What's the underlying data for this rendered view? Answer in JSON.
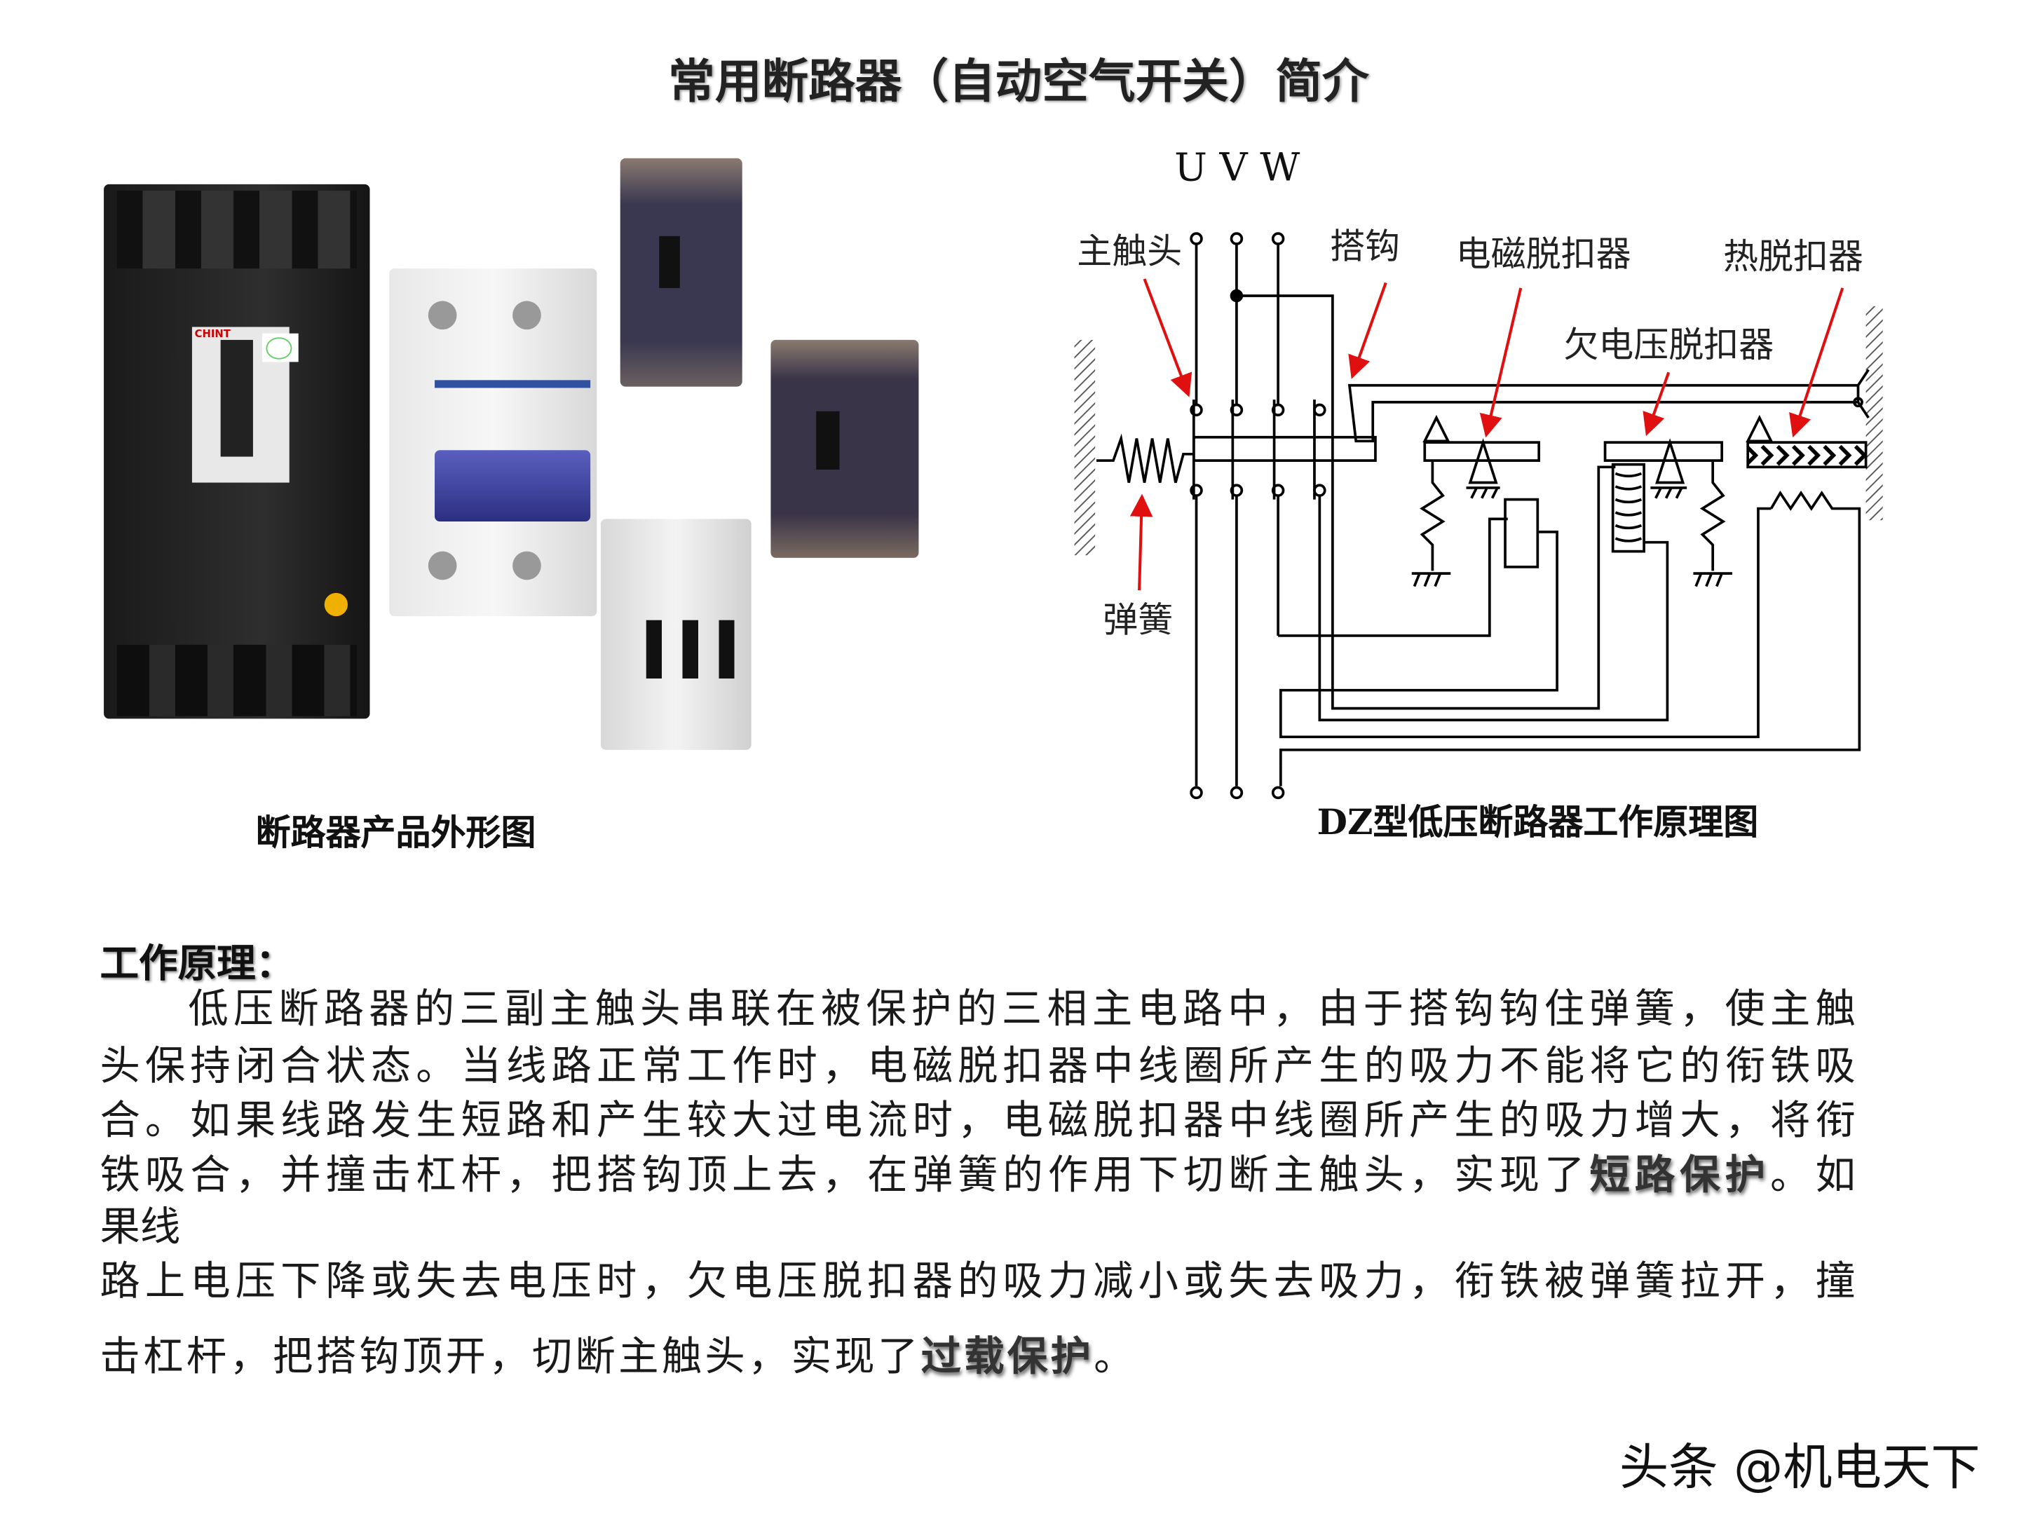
{
  "title": "常用断路器（自动空气开关）简介",
  "products": {
    "caption": "断路器产品外形图",
    "brand": "CHINT"
  },
  "diagram": {
    "phases": "U V W",
    "labels": {
      "main_contact": "主触头",
      "hook": "搭钩",
      "em_release": "电磁脱扣器",
      "thermal_release": "热脱扣器",
      "undervoltage_release": "欠电压脱扣器",
      "spring": "弹簧"
    },
    "caption": "DZ型低压断路器工作原理图",
    "colors": {
      "arrow": "#e01010",
      "line": "#000000"
    }
  },
  "principle": {
    "heading": "工作原理：",
    "lines": [
      {
        "text": "低压断路器的三副主触头串联在被保护的三相主电路中，由于搭钩钩住弹簧，使主触"
      },
      {
        "text": "头保持闭合状态。当线路正常工作时，电磁脱扣器中线圈所产生的吸力不能将它的衔铁吸"
      },
      {
        "text": "合。如果线路发生短路和产生较大过电流时，电磁脱扣器中线圈所产生的吸力增大，将衔"
      },
      {
        "before": "铁吸合，并撞击杠杆，把搭钩顶上去，在弹簧的作用下切断主触头，实现了",
        "bold": "短路保护",
        "after": "。如"
      },
      {
        "text": "果线"
      },
      {
        "text": "路上电压下降或失去电压时，欠电压脱扣器的吸力减小或失去吸力，衔铁被弹簧拉开，撞"
      },
      {
        "before": "击杠杆，把搭钩顶开，切断主触头，实现了",
        "bold": "过载保护",
        "after": "。"
      }
    ]
  },
  "watermark": "头条 @机电天下"
}
